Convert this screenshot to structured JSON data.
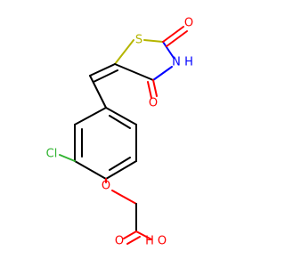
{
  "molecule": {
    "atoms": {
      "s": "S",
      "n": "N",
      "h": "H",
      "o_top": "O",
      "o_mid": "O",
      "cl": "Cl",
      "o_ether": "O",
      "o_acid": "O",
      "oh_h": "H",
      "oh_o": "O"
    },
    "colors": {
      "carbon_bond": "#000000",
      "sulfur": "#b5b500",
      "oxygen": "#ff0000",
      "nitrogen": "#0000ff",
      "chlorine": "#32b432"
    }
  }
}
